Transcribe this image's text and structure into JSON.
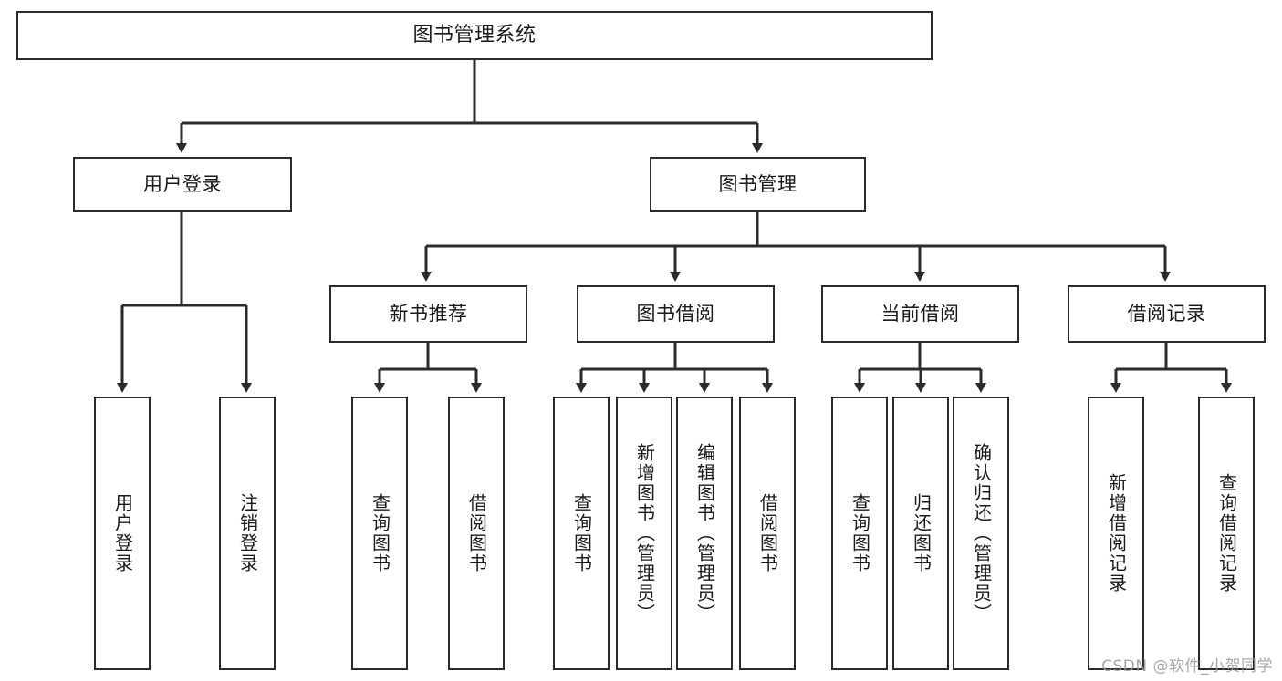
{
  "diagram": {
    "title": "图书管理系统",
    "type": "tree",
    "colors": {
      "box_border": "#2b2b2b",
      "box_fill": "#ffffff",
      "edge": "#2b2b2b",
      "text": "#1a1a1a",
      "watermark": "#9a9a9a",
      "background": "#ffffff"
    },
    "levels": {
      "root": {
        "label": "图书管理系统"
      },
      "level2": [
        {
          "id": "user-login",
          "label": "用户登录"
        },
        {
          "id": "book-management",
          "label": "图书管理"
        }
      ],
      "level3": [
        {
          "id": "new-book-recommend",
          "label": "新书推荐",
          "parent": "book-management"
        },
        {
          "id": "book-borrow",
          "label": "图书借阅",
          "parent": "book-management"
        },
        {
          "id": "current-borrow",
          "label": "当前借阅",
          "parent": "book-management"
        },
        {
          "id": "borrow-record",
          "label": "借阅记录",
          "parent": "book-management"
        }
      ],
      "leaves": {
        "user-login": [
          {
            "id": "leaf-user-login",
            "label": "用户登录"
          },
          {
            "id": "leaf-user-logout",
            "label": "注销登录"
          }
        ],
        "new-book-recommend": [
          {
            "id": "leaf-query-book-1",
            "label": "查询图书"
          },
          {
            "id": "leaf-borrow-book-1",
            "label": "借阅图书"
          }
        ],
        "book-borrow": [
          {
            "id": "leaf-query-book-2",
            "label": "查询图书"
          },
          {
            "id": "leaf-add-book",
            "label": "新增图书（管理员）"
          },
          {
            "id": "leaf-edit-book",
            "label": "编辑图书（管理员）"
          },
          {
            "id": "leaf-borrow-book-2",
            "label": "借阅图书"
          }
        ],
        "current-borrow": [
          {
            "id": "leaf-query-book-3",
            "label": "查询图书"
          },
          {
            "id": "leaf-return-book",
            "label": "归还图书"
          },
          {
            "id": "leaf-confirm-return",
            "label": "确认归还（管理员）"
          }
        ],
        "borrow-record": [
          {
            "id": "leaf-add-record",
            "label": "新增借阅记录"
          },
          {
            "id": "leaf-query-record",
            "label": "查询借阅记录"
          }
        ]
      }
    },
    "watermark": "CSDN @软件_小贺同学"
  }
}
